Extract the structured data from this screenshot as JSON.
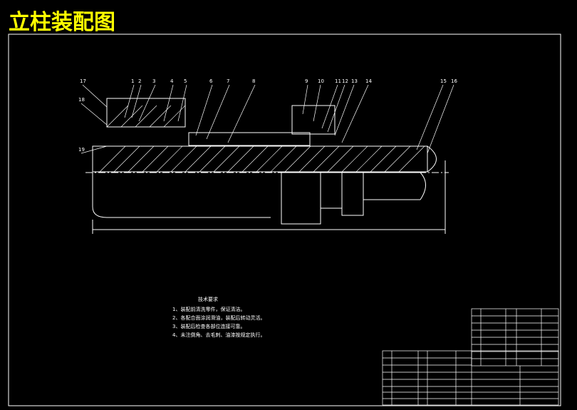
{
  "title": "立柱装配图",
  "part_numbers": [
    "17",
    "1",
    "2",
    "3",
    "4",
    "5",
    "6",
    "7",
    "8",
    "9",
    "10",
    "11",
    "12",
    "13",
    "14",
    "15",
    "16",
    "18",
    "19"
  ],
  "notes_heading": "技术要求",
  "notes": [
    "1、装配前清洗零件，保证清洁。",
    "2、各配合面涂润滑油，装配后转动灵活。",
    "3、装配后检查各部位连接可靠。",
    "4、未注倒角、去毛刺、油漆按规定执行。"
  ],
  "colors": {
    "line": "#ffffff",
    "title": "#ffff00",
    "hatch": "#ffffff"
  }
}
